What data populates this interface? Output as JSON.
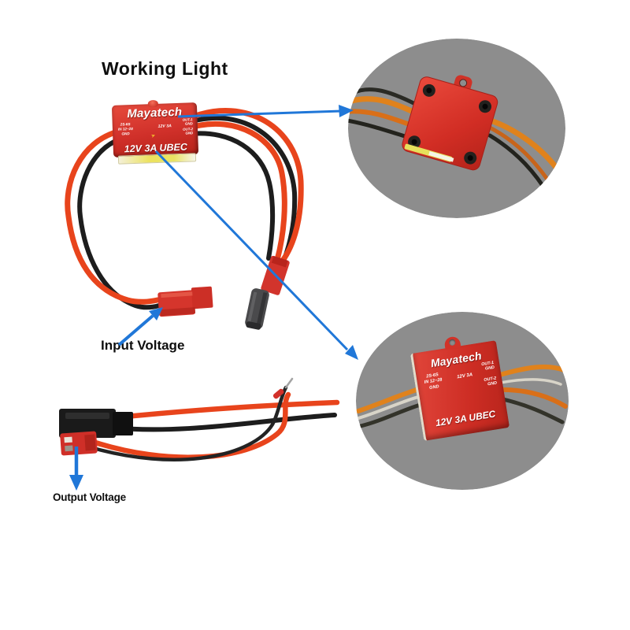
{
  "title": "Working Light",
  "callouts": {
    "input_label": "Input Voltage",
    "output_label": "Output Voltage"
  },
  "module_label": {
    "brand": "Mayatech",
    "input_spec_1": "2S-6S",
    "input_spec_2": "IN 12~28",
    "input_spec_3": "GND",
    "out1": "OUT-1",
    "out1_gnd": "GND",
    "rating": "12V 3A",
    "out2": "OUT-2",
    "out2_gnd": "GND",
    "model": "12V 3A UBEC",
    "indicator_icon": "➤"
  },
  "colors": {
    "background": "#ffffff",
    "module_red": "#d6352c",
    "callout_blue": "#2077d8",
    "inset_gray": "#8d8d8d",
    "wire_red": "#e8441c",
    "wire_black": "#1d1d1d",
    "wire_orange": "#e0821c",
    "led_strip_yellow": "#e9e463"
  }
}
